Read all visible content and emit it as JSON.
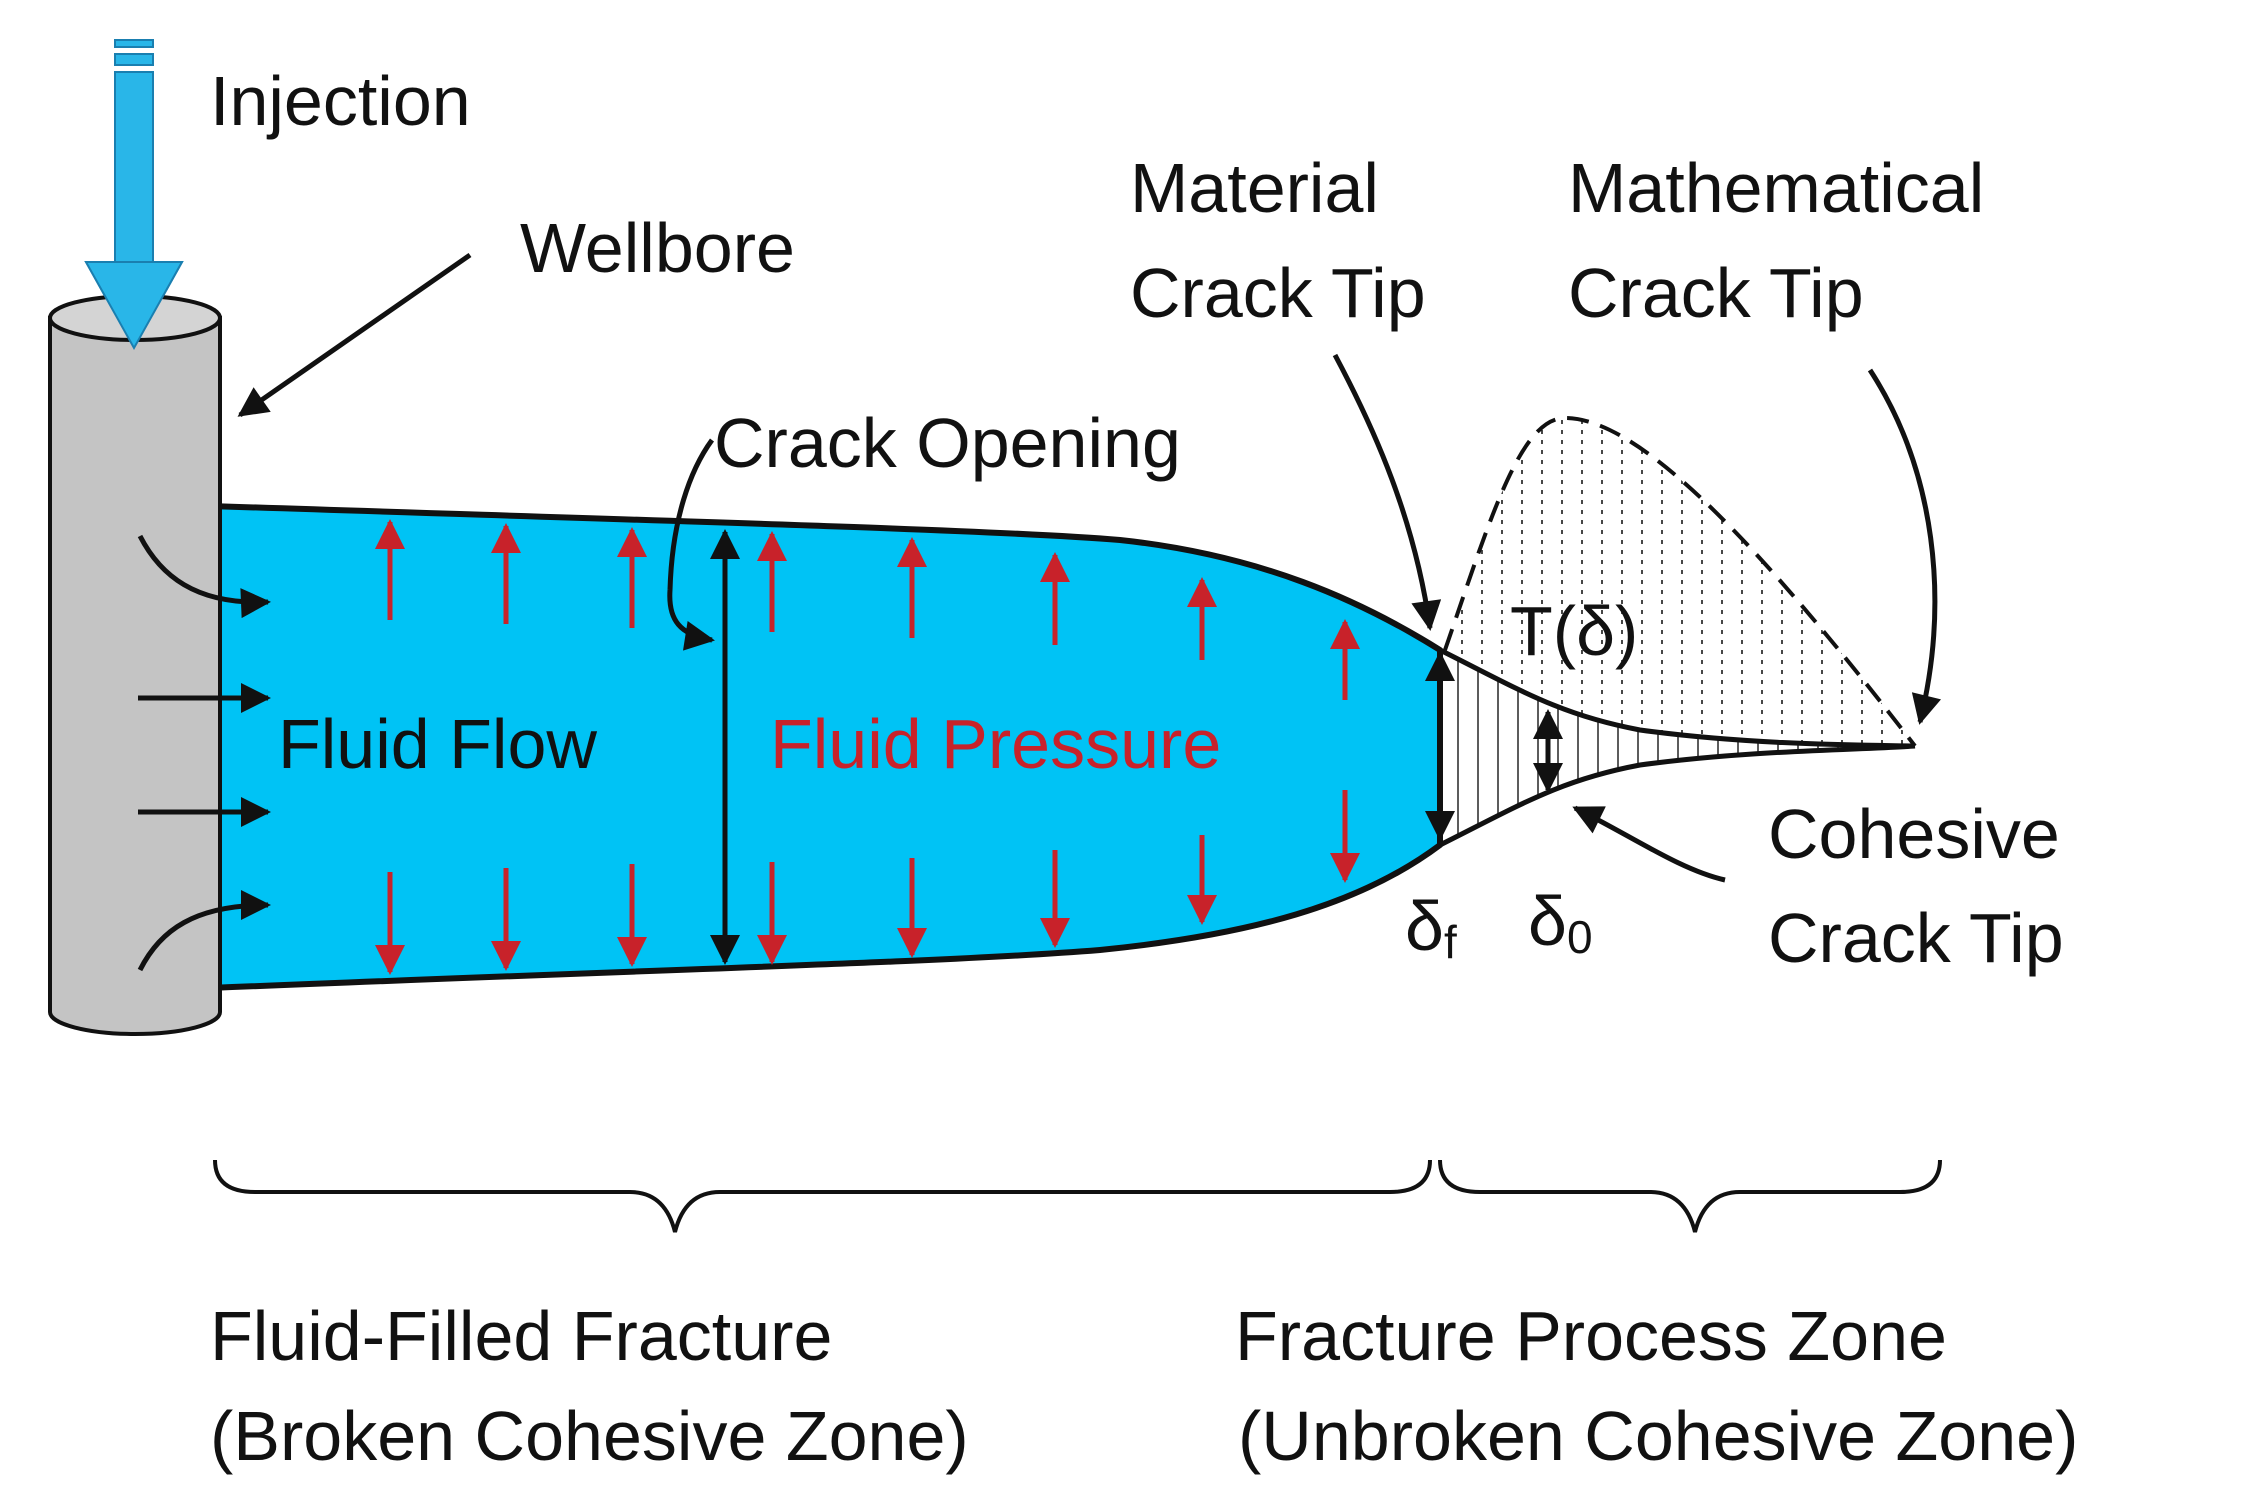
{
  "labels": {
    "injection": "Injection",
    "wellbore": "Wellbore",
    "crack_opening": "Crack Opening",
    "material_line1": "Material",
    "material_line2": "Crack Tip",
    "mathematical_line1": "Mathematical",
    "mathematical_line2": "Crack Tip",
    "fluid_flow": "Fluid Flow",
    "fluid_pressure": "Fluid Pressure",
    "traction": "T(δ)",
    "delta_f_sym": "δ",
    "delta_f_sub": "f",
    "delta_0_sym": "δ",
    "delta_0_sub": "0",
    "cohesive_line1": "Cohesive",
    "cohesive_line2": "Crack Tip",
    "fluid_filled_line1": "Fluid-Filled Fracture",
    "fluid_filled_line2": "(Broken Cohesive Zone)",
    "process_zone_line1": "Fracture Process Zone",
    "process_zone_line2": "(Unbroken Cohesive Zone)"
  },
  "colors": {
    "fluid": "#00c3f5",
    "pressure_arrow": "#c8222a",
    "wellbore": "#c4c4c4",
    "outline": "#111111"
  }
}
